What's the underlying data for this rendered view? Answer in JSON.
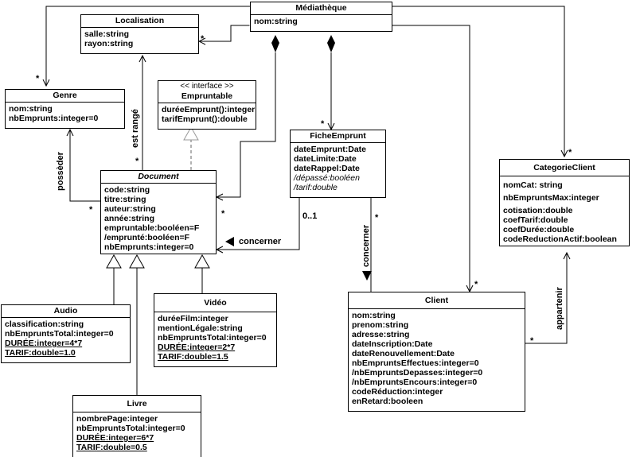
{
  "classes": {
    "mediatheque": {
      "name": "Médiathèque",
      "attrs": [
        "nom:string"
      ]
    },
    "localisation": {
      "name": "Localisation",
      "attrs": [
        "salle:string",
        "rayon:string"
      ]
    },
    "genre": {
      "name": "Genre",
      "attrs": [
        "nom:string",
        "nbEmprunts:integer=0"
      ]
    },
    "empruntable": {
      "stereotype": "<< interface >>",
      "name": "Empruntable",
      "methods": [
        "duréeEmprunt():integer",
        "tarifEmprunt():double"
      ]
    },
    "document": {
      "name": "Document",
      "attrs": [
        "code:string",
        "titre:string",
        "auteur:string",
        "année:string",
        "empruntable:booléen=F",
        "/emprunté:booléen=F",
        "nbEmprunts:integer=0"
      ]
    },
    "fiche": {
      "name": "FicheEmprunt",
      "attrs": [
        "dateEmprunt:Date",
        "dateLimite:Date",
        "dateRappel:Date",
        "/dépassé:booléen",
        "/tarif:double"
      ]
    },
    "categorie": {
      "name": "CategorieClient",
      "attrs": [
        "nomCat: string",
        "nbEmpruntsMax:integer",
        "cotisation:double",
        "coefTarif:double",
        "coefDurée:double",
        "codeReductionActif:boolean"
      ]
    },
    "audio": {
      "name": "Audio",
      "attrs": [
        "classification:string",
        "nbEmpruntsTotal:integer=0"
      ],
      "statics": [
        "DURÉE:integer=4*7",
        "TARIF:double=1.0"
      ]
    },
    "video": {
      "name": "Vidéo",
      "attrs": [
        "duréeFilm:integer",
        "mentionLégale:string",
        "nbEmpruntsTotal:integer=0"
      ],
      "statics": [
        "DURÉE:integer=2*7",
        "TARIF:double=1.5"
      ]
    },
    "livre": {
      "name": "Livre",
      "attrs": [
        "nombrePage:integer",
        "nbEmpruntsTotal:integer=0"
      ],
      "statics": [
        "DURÉE:integer=6*7",
        "TARIF:double=0.5"
      ]
    },
    "client": {
      "name": "Client",
      "attrs": [
        "nom:string",
        "prenom:string",
        "adresse:string",
        "dateInscription:Date",
        "dateRenouvellement:Date",
        "nbEmpruntsEffectues:integer=0",
        "/nbEmpruntsDepasses:integer=0",
        "/nbEmpruntsEncours:integer=0",
        "codeRéduction:integer",
        "enRetard:booleen"
      ]
    }
  },
  "associations": {
    "est_range": "est rangé",
    "posseder": "possèder",
    "concerner_doc": "concerner",
    "concerner_client": "concerner",
    "appartenir": "appartenir"
  },
  "multiplicities": {
    "loc_many": "*",
    "genre_many": "*",
    "doc_from_loc": "*",
    "doc_from_genre": "*",
    "doc_from_med": "*",
    "fiche_to_doc": "0..1",
    "fiche_from_med": "*",
    "fiche_to_client": "*",
    "categ_from_med": "*",
    "client_from_med": "*",
    "client_to_categ": "*"
  }
}
